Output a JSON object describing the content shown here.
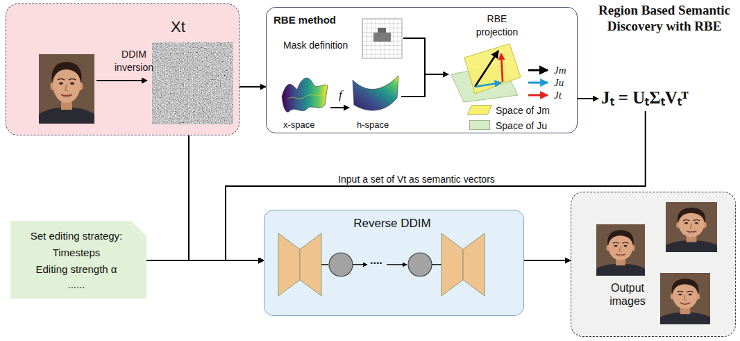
{
  "diagram": {
    "title": "Region Based Semantic Discovery with RBE",
    "nodes": [
      {
        "text": [
          "Xt",
          "DDIM inversion"
        ]
      },
      {
        "text": [
          "RBE method",
          "Mask definition",
          "RBE projection",
          "x-space",
          "f",
          "h-space"
        ]
      },
      {
        "text": [
          "Jₜ = UₜΣₜVₜᵀ"
        ]
      },
      {
        "text": [
          "Set editing strategy:",
          "Timesteps",
          "Editing strength α",
          "......"
        ]
      },
      {
        "text": [
          "Reverse DDIM",
          "...."
        ]
      },
      {
        "text": [
          "Output images"
        ]
      }
    ],
    "edges": [
      {
        "from": 0,
        "to": 1,
        "arrow": "to"
      },
      {
        "from": 1,
        "to": 2,
        "arrow": "to"
      },
      {
        "from": 2,
        "to": 4,
        "label": "Input a set of Vt as semantic vectors",
        "arrow": "to"
      },
      {
        "from": 0,
        "to": 4,
        "arrow": "to"
      },
      {
        "from": 3,
        "to": 4,
        "arrow": "to"
      },
      {
        "from": 4,
        "to": 5,
        "arrow": "to"
      }
    ],
    "legend": [
      {
        "text": "Jm"
      },
      {
        "text": "Ju"
      },
      {
        "text": "Jt"
      },
      {
        "text": "Space of Jm",
        "color": "#f7ef6e"
      },
      {
        "text": "Space of Ju",
        "color": "#d6ecc6"
      }
    ]
  }
}
